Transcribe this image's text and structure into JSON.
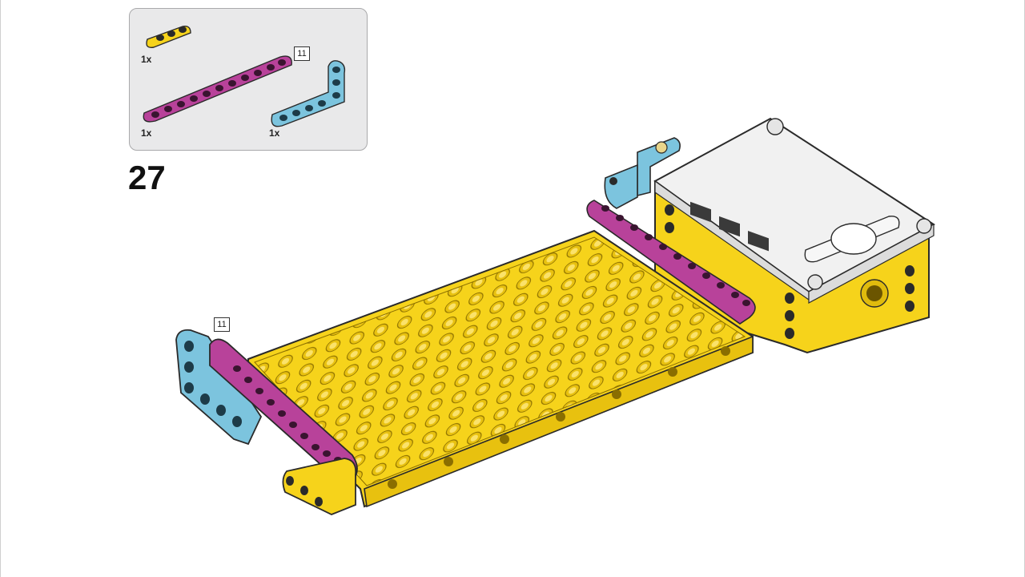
{
  "parts_list": {
    "items": [
      {
        "part": "yellow-3-beam",
        "qty": "1x",
        "color": "#f6d31b"
      },
      {
        "part": "magenta-11-beam",
        "qty": "1x",
        "color": "#b8429a",
        "length_badge": "11"
      },
      {
        "part": "light-blue-angular-beam",
        "qty": "1x",
        "color": "#7cc4de"
      }
    ]
  },
  "step": {
    "number": "27"
  },
  "callout": {
    "length_badge": "11"
  },
  "colors": {
    "yellow": "#f6d31b",
    "magenta": "#b8429a",
    "light_blue": "#7cc4de",
    "hub_white": "#f1f1f1",
    "outline": "#2a2a2a",
    "panel_bg": "#e9e9ea"
  }
}
